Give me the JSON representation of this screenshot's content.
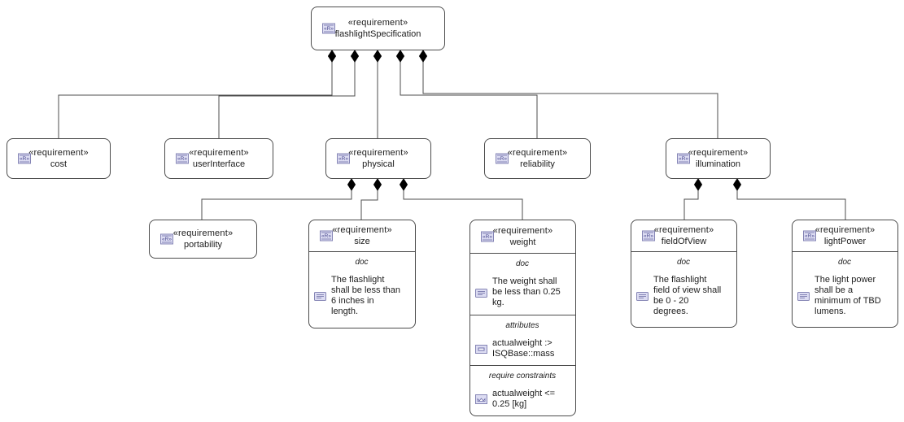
{
  "diagram": {
    "icons": {
      "requirement_badge": "«R»"
    },
    "colors": {
      "node_border": "#4c4c4c",
      "connector": "#4c4c4c",
      "diamond": "#000000",
      "icon_border": "#8585b5",
      "icon_fill": "#dcdcf2",
      "background": "#ffffff",
      "text": "#1c1c1c"
    },
    "nodes": {
      "flashlightSpecification": {
        "stereotype": "«requirement»",
        "name": "flashlightSpecification"
      },
      "cost": {
        "stereotype": "«requirement»",
        "name": "cost"
      },
      "userInterface": {
        "stereotype": "«requirement»",
        "name": "userInterface"
      },
      "physical": {
        "stereotype": "«requirement»",
        "name": "physical"
      },
      "reliability": {
        "stereotype": "«requirement»",
        "name": "reliability"
      },
      "illumination": {
        "stereotype": "«requirement»",
        "name": "illumination"
      },
      "portability": {
        "stereotype": "«requirement»",
        "name": "portability"
      },
      "size": {
        "stereotype": "«requirement»",
        "name": "size",
        "doc_label": "doc",
        "doc_text": "The flashlight\nshall be less than\n6 inches in\nlength."
      },
      "weight": {
        "stereotype": "«requirement»",
        "name": "weight",
        "doc_label": "doc",
        "doc_text": "The weight shall\nbe less than 0.25\nkg.",
        "attributes_label": "attributes",
        "attributes_text": "actualweight :>\nISQBase::mass",
        "constraints_label": "require constraints",
        "constraints_text": "actualweight <=\n0.25 [kg]"
      },
      "fieldOfView": {
        "stereotype": "«requirement»",
        "name": "fieldOfView",
        "doc_label": "doc",
        "doc_text": "The flashlight\nfield of view shall\nbe 0 - 20\ndegrees."
      },
      "lightPower": {
        "stereotype": "«requirement»",
        "name": "lightPower",
        "doc_label": "doc",
        "doc_text": "The light power\nshall be a\nminimum of TBD\nlumens."
      }
    }
  }
}
